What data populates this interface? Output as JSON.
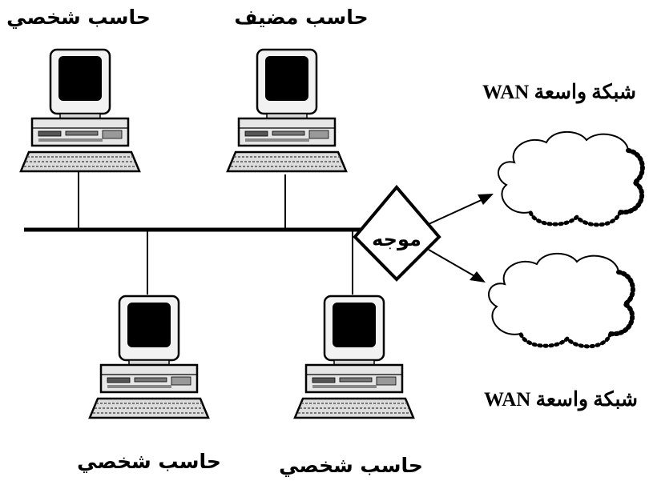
{
  "labels": {
    "pc_top_left": "حاسب شخصي",
    "host_top": "حاسب مضيف",
    "pc_bottom_left": "حاسب شخصي",
    "pc_bottom_right": "حاسب شخصي",
    "router": "موجه",
    "wan_top": "شبكة واسعة WAN",
    "wan_bottom": "شبكة واسعة WAN"
  },
  "icons": {
    "computer": "desktop-computer-icon",
    "router": "router-diamond",
    "wan": "cloud-icon"
  }
}
